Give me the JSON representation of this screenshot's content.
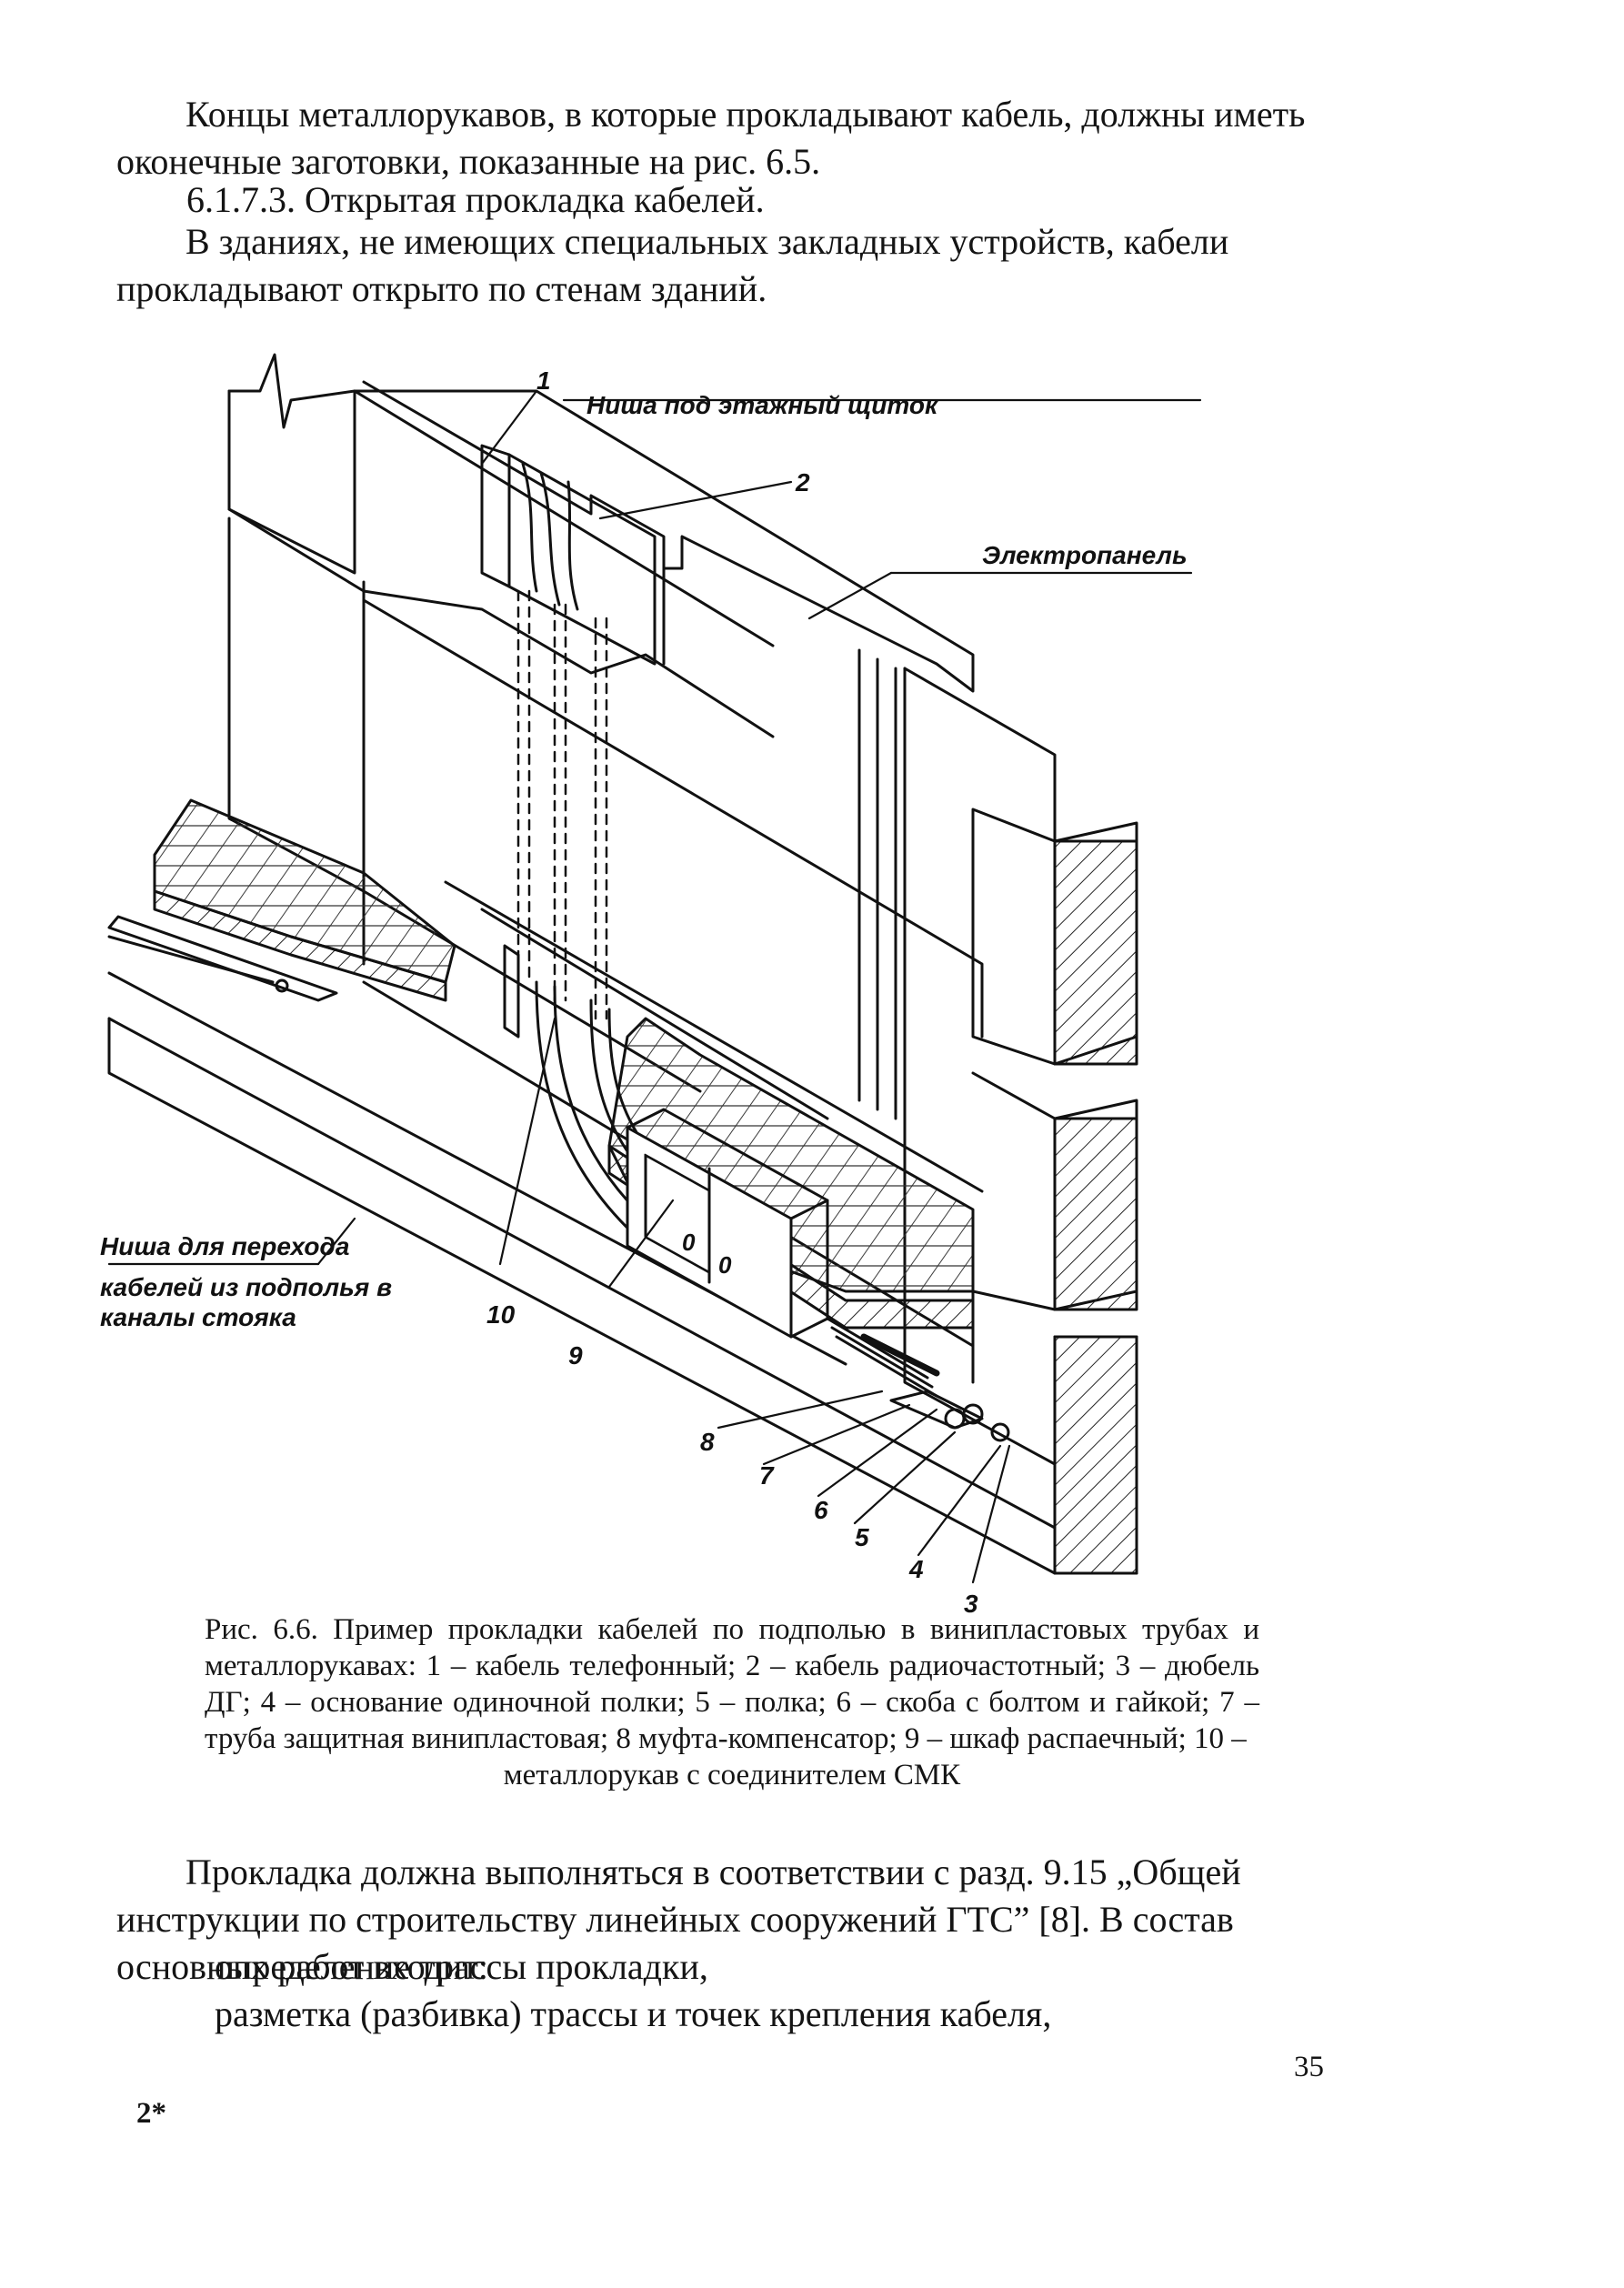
{
  "text": {
    "intro1": "Концы металлорукавов, в которые прокладывают кабель, должны иметь оконечные заготовки, показанные на рис. 6.5.",
    "heading": "6.1.7.3. Открытая прокладка кабелей.",
    "intro2": "В зданиях, не имеющих специальных закладных устройств, кабели прокладывают открыто по стенам зданий."
  },
  "figure": {
    "label_niche_panel": "Ниша под этажный щиток",
    "label_electropanel": "Электропанель",
    "label_niche_transition_1": "Ниша для перехода",
    "label_niche_transition_2": "кабелей из подполья в",
    "label_niche_transition_3": "каналы стояка",
    "box_mark_1": "0",
    "box_mark_2": "0",
    "numbers": {
      "n1": "1",
      "n2": "2",
      "n3": "3",
      "n4": "4",
      "n5": "5",
      "n6": "6",
      "n7": "7",
      "n8": "8",
      "n9": "9",
      "n10": "10"
    }
  },
  "caption": {
    "body": "Рис. 6.6. Пример прокладки кабелей по подполью в винипластовых трубах и металлорукавах: 1 – кабель телефонный; 2 – кабель радиочастотный; 3 – дюбель ДГ; 4 – основание одиночной полки; 5 – полка; 6 – скоба с болтом и гайкой; 7 – труба защитная винипластовая; 8 муфта-компенсатор; 9 – шкаф распаечный; 10 –",
    "last_line": "металлорукав с соединителем СМК"
  },
  "body": {
    "para": "Прокладка должна выполняться в соответствии с разд. 9.15 „Общей инструкции по строительству линейных сооружений ГТС” [8]. В состав основных работ входит:",
    "item1": "определение трассы прокладки,",
    "item2": "разметка (разбивка) трассы и точек крепления кабеля,"
  },
  "footer": {
    "page_number": "35",
    "signature_mark": "2*"
  }
}
